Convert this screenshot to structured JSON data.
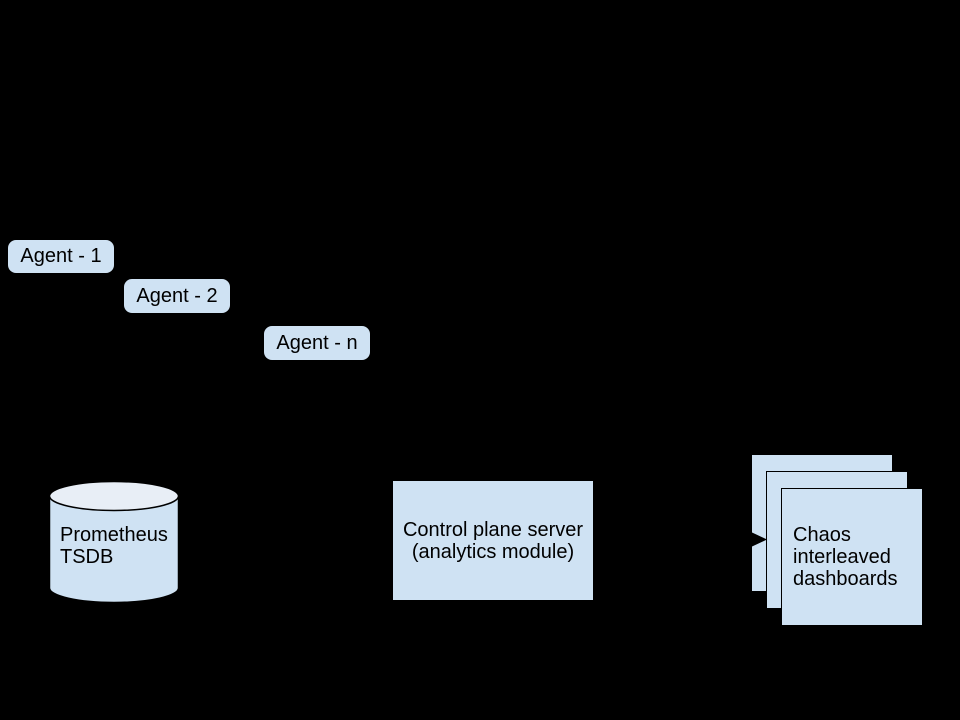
{
  "diagram": {
    "background_color": "#000000",
    "node_fill_color": "#cfe2f3",
    "cylinder_top_fill_color": "#e8eef6",
    "outline_color": "#000000",
    "agents": [
      {
        "label": "Agent - 1"
      },
      {
        "label": "Agent - 2"
      },
      {
        "label": "Agent - n"
      }
    ],
    "database": {
      "lines": [
        "Prometheus",
        "TSDB"
      ]
    },
    "control_plane": {
      "lines": [
        "Control plane server",
        "(analytics module)"
      ]
    },
    "dashboards": {
      "lines": [
        "Chaos",
        "interleaved",
        "dashboards"
      ]
    },
    "arrow": {
      "direction": "right"
    }
  }
}
